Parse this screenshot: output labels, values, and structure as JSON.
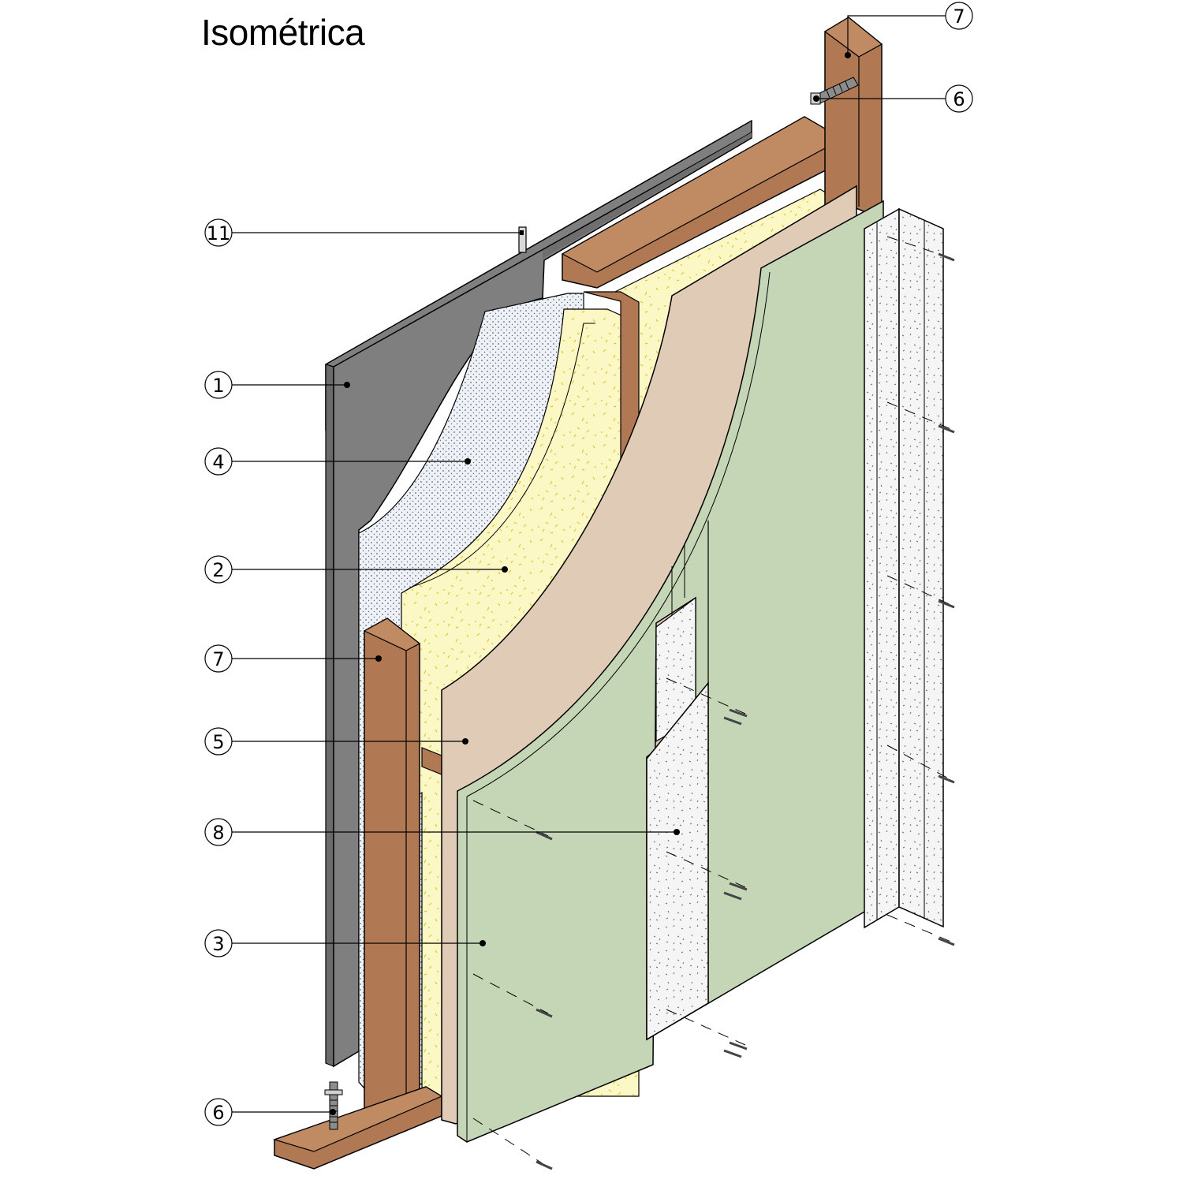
{
  "title": "Isométrica",
  "colors": {
    "cladding": "#7f7f7f",
    "membrane": "#eef1f6",
    "insulation": "#fbf8c6",
    "timber": "#b07853",
    "sheathing": "#e0ccb6",
    "gypsum": "#c4d6b6",
    "cement_board": "#f4f4f4",
    "line": "#000000"
  },
  "callouts": [
    {
      "id": "c-7-top",
      "label": "7"
    },
    {
      "id": "c-6-top",
      "label": "6"
    },
    {
      "id": "c-11",
      "label": "11"
    },
    {
      "id": "c-1",
      "label": "1"
    },
    {
      "id": "c-4",
      "label": "4"
    },
    {
      "id": "c-2",
      "label": "2"
    },
    {
      "id": "c-7-left",
      "label": "7"
    },
    {
      "id": "c-5",
      "label": "5"
    },
    {
      "id": "c-8",
      "label": "8"
    },
    {
      "id": "c-3",
      "label": "3"
    },
    {
      "id": "c-6-bottom",
      "label": "6"
    }
  ]
}
